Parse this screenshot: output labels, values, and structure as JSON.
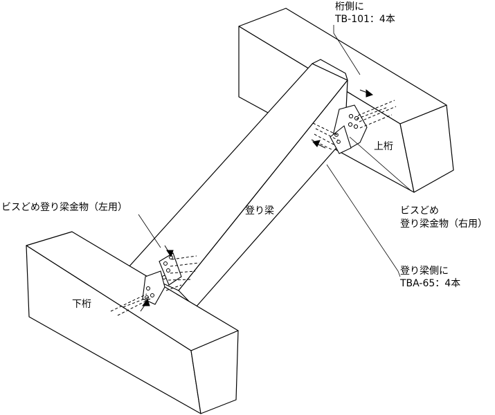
{
  "labels": {
    "upper_beam": "上桁",
    "lower_beam": "下桁",
    "rising_beam": "登り梁",
    "top_callout_line1": "桁側に",
    "top_callout_line2": "TB-101：4本",
    "left_callout": "ビスどめ登り梁金物（左用）",
    "right_callout_line1": "ビスどめ",
    "right_callout_line2": "登り梁金物（右用）",
    "bottom_callout_line1": "登り梁側に",
    "bottom_callout_line2": "TBA-65：4本"
  }
}
